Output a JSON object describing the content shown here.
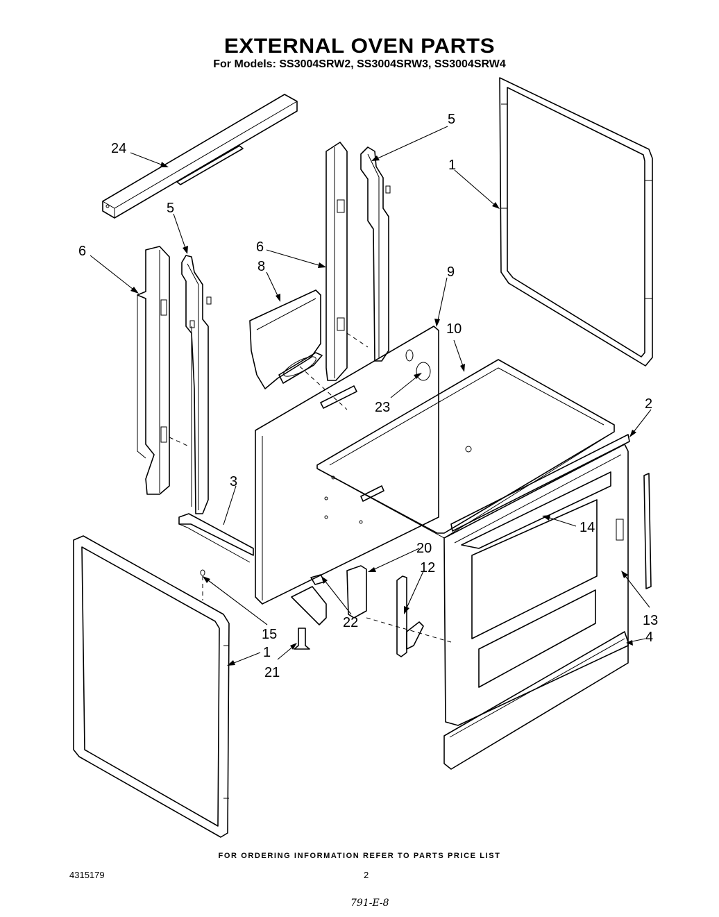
{
  "header": {
    "title": "EXTERNAL OVEN PARTS",
    "subtitle": "For Models: SS3004SRW2, SS3004SRW3, SS3004SRW4"
  },
  "callouts": [
    "1",
    "1",
    "2",
    "3",
    "4",
    "5",
    "5",
    "6",
    "6",
    "8",
    "9",
    "10",
    "12",
    "13",
    "14",
    "15",
    "20",
    "21",
    "22",
    "23",
    "24"
  ],
  "footer": {
    "ordering_note": "FOR ORDERING INFORMATION REFER TO PARTS PRICE LIST",
    "document_number": "4315179",
    "page_number": "2",
    "handwritten_note": "791-E-8"
  }
}
